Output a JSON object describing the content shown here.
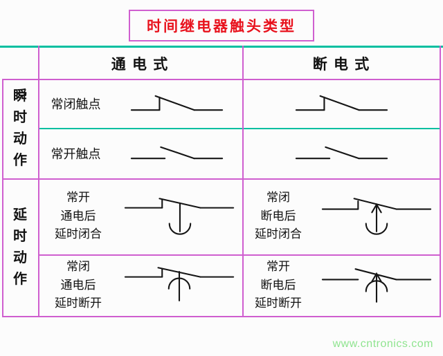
{
  "title": "时间继电器触头类型",
  "table": {
    "col_headers": {
      "energized": "通 电 式",
      "deenergized": "断 电 式"
    },
    "row_groups": {
      "instantaneous": "瞬时动作",
      "delayed": "延时动作"
    },
    "cells": {
      "nc_instant": "常闭触点",
      "no_instant": "常开触点",
      "no_delay_close": "常开\n通电后\n延时闭合",
      "nc_delay_close": "常闭\n断电后\n延时闭合",
      "nc_delay_open": "常闭\n通电后\n延时断开",
      "no_delay_open": "常开\n断电后\n延时断开"
    }
  },
  "symbols": {
    "nc_instant": "normally-closed-contact-symbol",
    "no_instant": "normally-open-contact-symbol",
    "no_delay_close": "no-contact-delay-close-symbol",
    "nc_delay_close": "nc-contact-delay-close-symbol",
    "nc_delay_open": "nc-contact-delay-open-symbol",
    "no_delay_open": "no-contact-delay-open-symbol"
  },
  "colors": {
    "title_red": "#e8111c",
    "border_magenta": "#cf5ecf",
    "line_teal": "#00bfa0",
    "symbol_black": "#151515",
    "watermark_green": "#8fe48f",
    "background": "#fcfcfc"
  },
  "watermark": "www.cntronics.com"
}
